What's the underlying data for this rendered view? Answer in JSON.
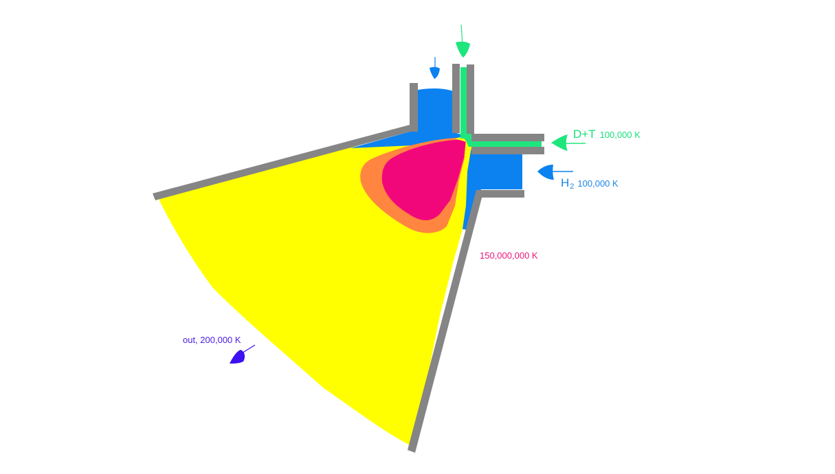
{
  "labels": {
    "dt_species": "D+T",
    "dt_temp": "100,000 K",
    "h2_species": "H",
    "h2_subscript": "2",
    "h2_temp": "100,000 K",
    "core_temp": "150,000,000 K",
    "out_label": "out, 200,000 K"
  },
  "colors": {
    "wall": "#858585",
    "hot_core": "#f2077a",
    "warm_region": "#ff8540",
    "plasma": "#ffff00",
    "h2_gas": "#0c82f0",
    "dt_gas": "#1ee67d",
    "out_flow": "#3c10f0",
    "background": "#ffffff"
  }
}
